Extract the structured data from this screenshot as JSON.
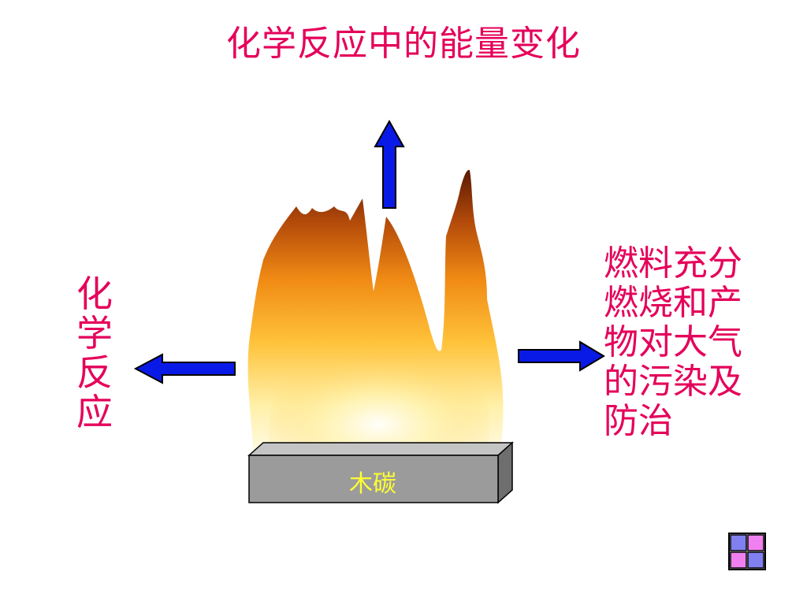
{
  "title": "化学反应中的能量变化",
  "left_label": "化\n学\n反\n应",
  "right_label": "燃料充分\n燃烧和产\n物对大气\n的污染及\n防治",
  "charcoal_label": "木碳",
  "colors": {
    "text_accent": "#E5005A",
    "charcoal_text": "#FFFF33",
    "arrow_fill": "#0A1AE6",
    "arrow_stroke": "#000000",
    "charcoal_face": "#9B9B9B",
    "charcoal_top": "#C4C4C4",
    "charcoal_side": "#6E6E6E"
  },
  "icons": {
    "arrow_up": "arrow-up-icon",
    "arrow_left": "arrow-left-icon",
    "arrow_right": "arrow-right-icon",
    "flame": "flame-icon",
    "nav": "grid-nav-icon"
  }
}
